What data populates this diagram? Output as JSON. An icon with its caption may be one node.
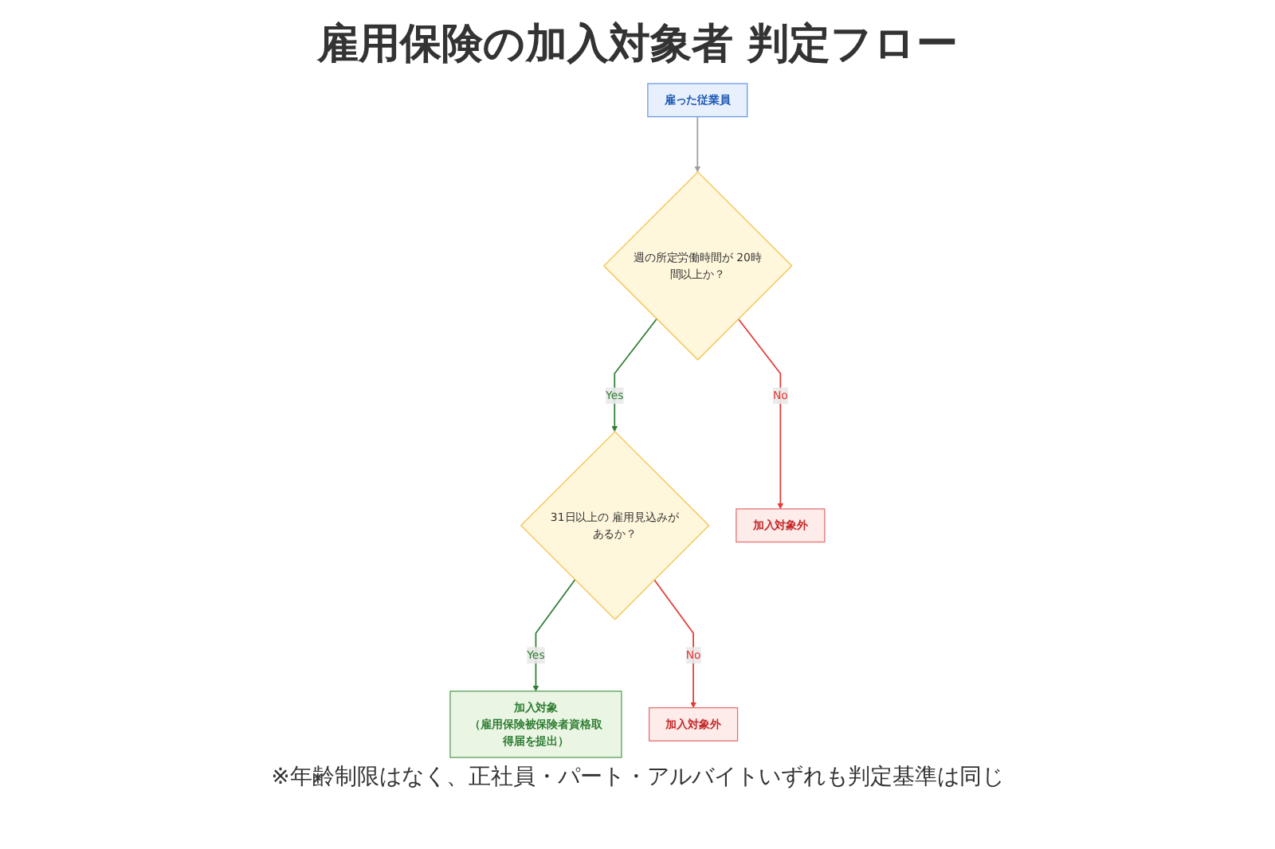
{
  "diagram": {
    "title": "雇用保険の加入対象者 判定フロー",
    "nodes": [
      {
        "text": [
          "雇った従業員"
        ]
      },
      {
        "text": [
          "週の所定労働時間が 20時間以上か？"
        ]
      },
      {
        "text": [
          "31日以上の 雇用見込みがあるか？"
        ]
      },
      {
        "text": [
          "加入対象外"
        ]
      },
      {
        "text": [
          "加入対象",
          "（雇用保険被保険者資格取得届を提出）"
        ]
      },
      {
        "text": [
          "加入対象外"
        ]
      }
    ],
    "edges": [
      {
        "from": 0,
        "to": 1,
        "arrow": "to",
        "color": "#9e9e9e"
      },
      {
        "from": 1,
        "to": 3,
        "arrow": "to",
        "label": "No",
        "color": "#e53935"
      },
      {
        "from": 1,
        "to": 2,
        "arrow": "to",
        "label": "Yes",
        "color": "#2e7d32"
      },
      {
        "from": 2,
        "to": 4,
        "arrow": "to",
        "label": "Yes",
        "color": "#2e7d32"
      },
      {
        "from": 2,
        "to": 5,
        "arrow": "to",
        "label": "No",
        "color": "#e53935"
      }
    ],
    "labels": [
      "※年齢制限はなく、正社員・パート・アルバイトいずれも判定基準は同じ"
    ]
  }
}
